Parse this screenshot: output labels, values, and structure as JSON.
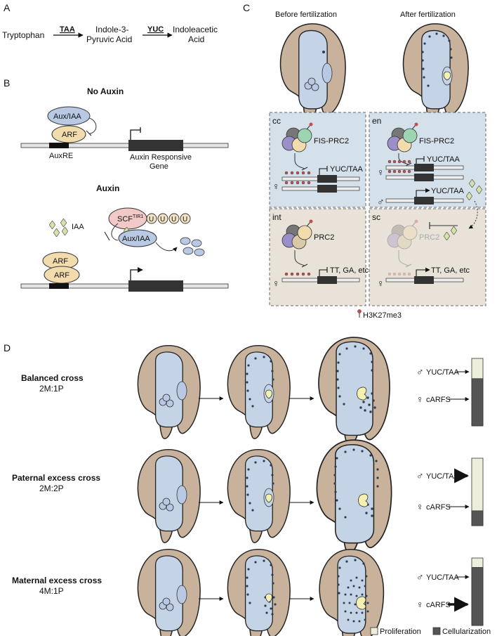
{
  "panels": {
    "a": "A",
    "b": "B",
    "c": "C",
    "d": "D"
  },
  "panel_a": {
    "substrate": "Tryptophan",
    "enzyme1": "TAA",
    "intermediate_line1": "Indole-3-",
    "intermediate_line2": "Pyruvic Acid",
    "enzyme2": "YUC",
    "product_line1": "Indoleacetic",
    "product_line2": "Acid"
  },
  "panel_b": {
    "no_auxin_title": "No Auxin",
    "aux_iaa": "Aux/IAA",
    "arf": "ARF",
    "auxre": "AuxRE",
    "gene_line1": "Auxin Responsive",
    "gene_line2": "Gene",
    "auxin_title": "Auxin",
    "iaa": "IAA",
    "scf": "SCF",
    "scf_sup": "TIR1",
    "ub": "U",
    "arf1": "ARF",
    "arf2": "ARF"
  },
  "panel_c": {
    "before": "Before fertilization",
    "after": "After fertilization",
    "cc": "cc",
    "en": "en",
    "int": "int",
    "sc": "sc",
    "fis_prc2": "FIS-PRC2",
    "fis_prc2_en": "FIS-PRC2",
    "prc2": "PRC2",
    "prc2_sc": "PRC2",
    "yuc_taa_cc": "YUC/TAA",
    "yuc_taa_en1": "YUC/TAA",
    "yuc_taa_en2": "YUC/TAA",
    "tt_int": "TT, GA, etc",
    "tt_sc": "TT, GA, etc",
    "mark": "H3K27me3"
  },
  "panel_d": {
    "rows": [
      {
        "title": "Balanced cross",
        "ratio": "2M:1P",
        "paternal": "YUC/TAA",
        "maternal": "cARFS",
        "proliferation": 0.3
      },
      {
        "title": "Paternal excess cross",
        "ratio": "2M:2P",
        "paternal": "YUC/TAA",
        "maternal": "cARFS",
        "proliferation": 0.78
      },
      {
        "title": "Maternal excess cross",
        "ratio": "4M:1P",
        "paternal": "YUC/TAA",
        "maternal": "cARFS",
        "proliferation": 0.14
      }
    ],
    "legend_proliferation": "Proliferation",
    "legend_cellularization": "Cellularization"
  },
  "colors": {
    "ovule": "#c8b29b",
    "sac": "#c5d3e6",
    "blue_panel": "#d4e0ea",
    "tan_panel": "#e9e2d8",
    "proliferation": "#eeeedd",
    "cellularization": "#555555",
    "auxin": "#d6e3a8",
    "aux_iaa": "#b9c9e3",
    "arf": "#f2dcae",
    "scf": "#f1c9c6"
  }
}
